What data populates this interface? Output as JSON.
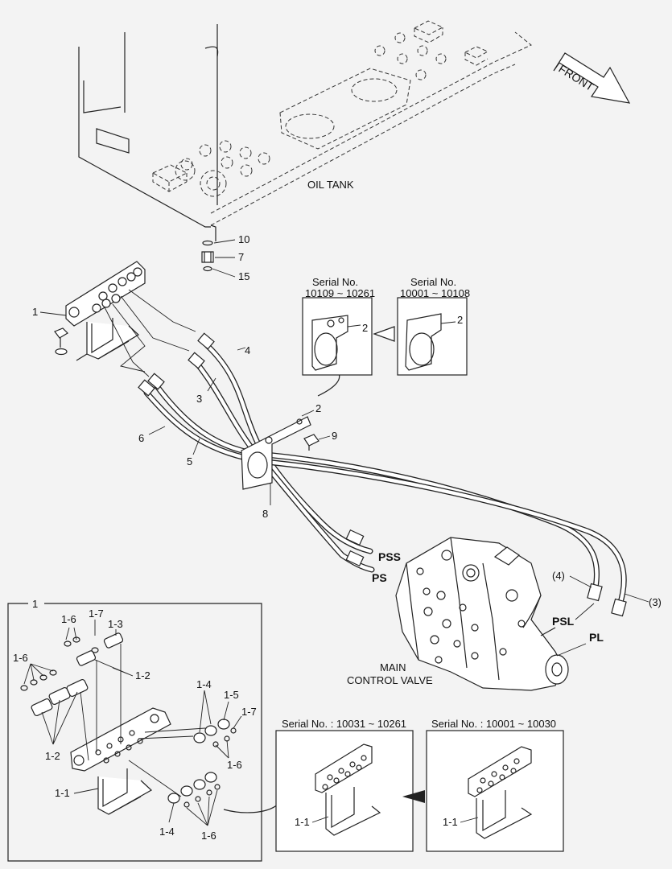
{
  "labels": {
    "oil_tank": "OIL TANK",
    "front": "FRONT",
    "main_control_valve_line1": "MAIN",
    "main_control_valve_line2": "CONTROL VALVE",
    "pss": "PSS",
    "ps": "PS",
    "psl": "PSL",
    "pl": "PL"
  },
  "part_numbers": {
    "p10": "10",
    "p7": "7",
    "p15": "15",
    "p1": "1",
    "p4": "4",
    "p3": "3",
    "p6": "6",
    "p5": "5",
    "p2": "2",
    "p9": "9",
    "p8": "8",
    "p4_paren": "(4)",
    "p3_paren": "(3)",
    "inset_1": "1",
    "i_1_6a": "1-6",
    "i_1_7a": "1-7",
    "i_1_3": "1-3",
    "i_1_6b": "1-6",
    "i_1_2a": "1-2",
    "i_1_2b": "1-2",
    "i_1_4a": "1-4",
    "i_1_5": "1-5",
    "i_1_7b": "1-7",
    "i_1_6c": "1-6",
    "i_1_1": "1-1",
    "i_1_4b": "1-4",
    "i_1_6d": "1-6"
  },
  "serial_boxes": {
    "top_left": {
      "line1": "Serial No.",
      "line2": "10109 ~ 10261",
      "part": "2"
    },
    "top_right": {
      "line1": "Serial No.",
      "line2": "10001 ~ 10108",
      "part": "2"
    },
    "bottom_left": {
      "title": "Serial No. : 10031 ~ 10261",
      "part": "1-1"
    },
    "bottom_right": {
      "title": "Serial No. : 10001 ~ 10030",
      "part": "1-1"
    }
  }
}
